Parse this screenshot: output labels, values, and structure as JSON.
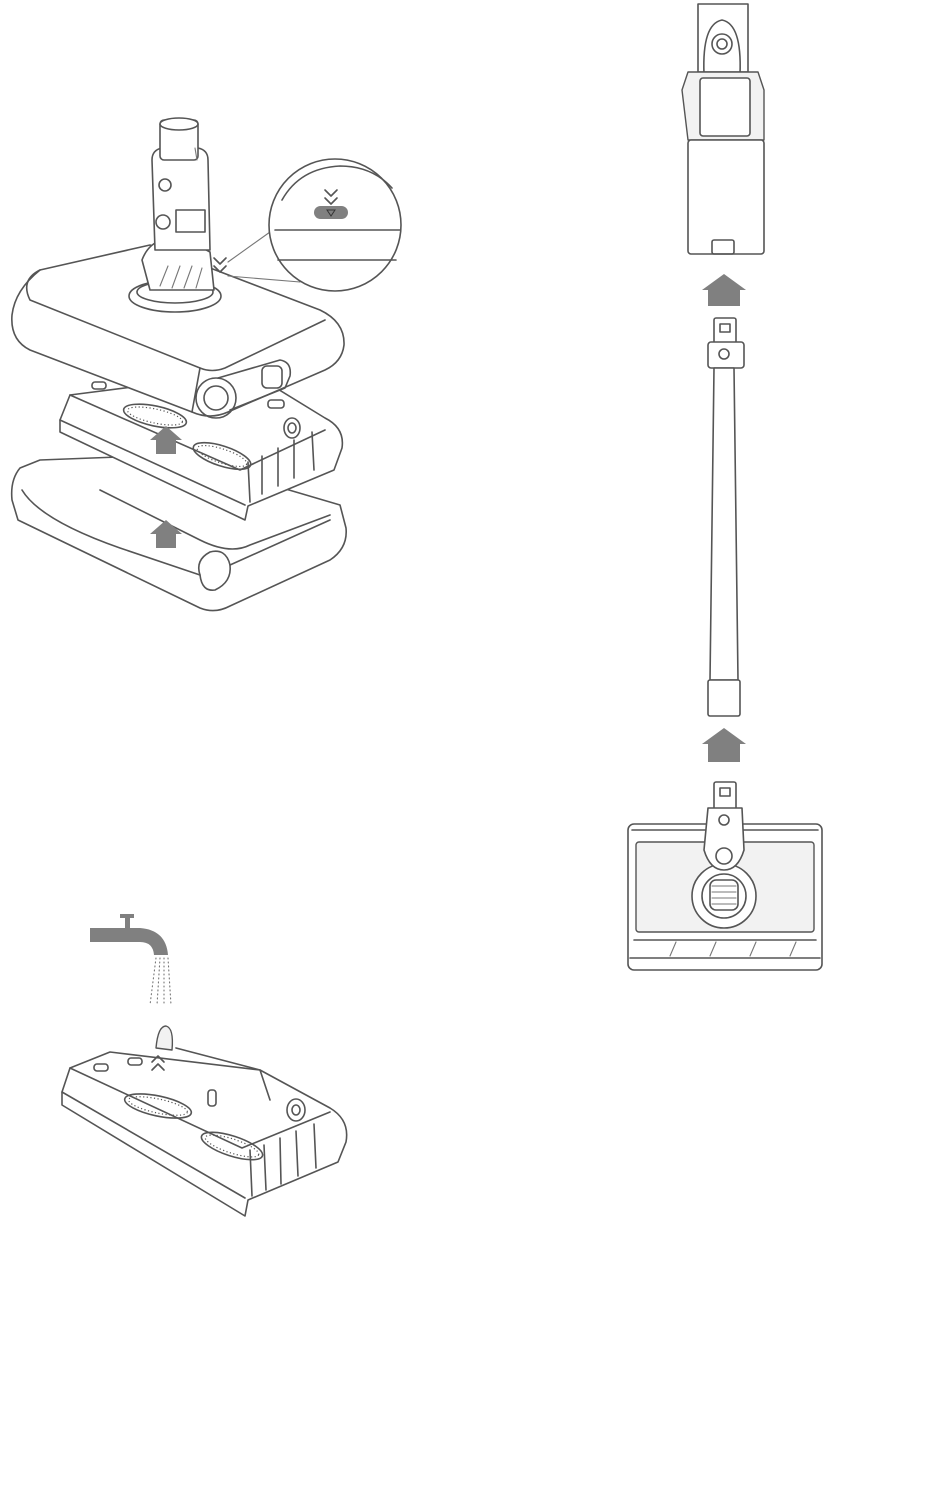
{
  "figures": [
    {
      "name": "battery-filter-assembly"
    },
    {
      "name": "filter-rinse"
    },
    {
      "name": "stick-vacuum-assembly"
    }
  ],
  "icons": [
    "up-arrow-icon",
    "double-chevron-down-icon",
    "faucet-icon",
    "double-chevron-up-icon"
  ],
  "colors": {
    "line": "#555555",
    "arrow": "#808080",
    "background": "#ffffff"
  }
}
